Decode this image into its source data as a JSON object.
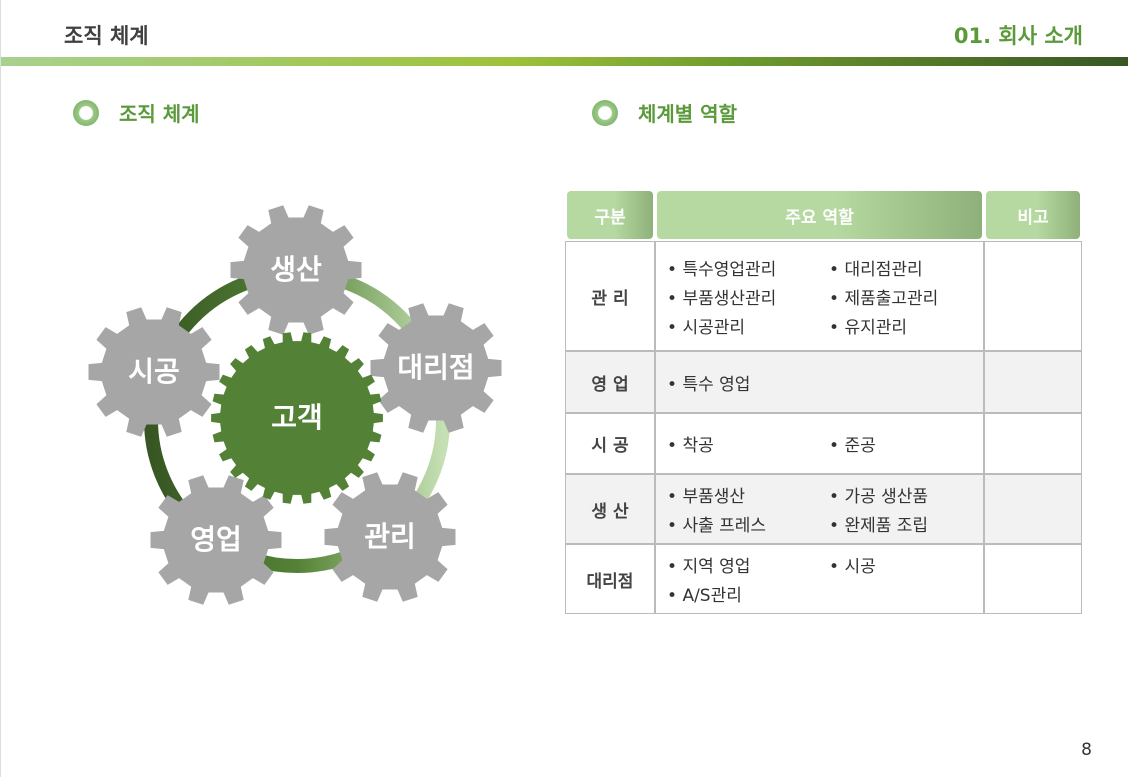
{
  "header": {
    "title": "조직 체계",
    "section": "01. 회사 소개"
  },
  "left": {
    "heading": "조직 체계",
    "center": "고객",
    "gears": [
      "생산",
      "대리점",
      "관리",
      "영업",
      "시공"
    ]
  },
  "right": {
    "heading": "체계별 역할",
    "columns": [
      "구분",
      "주요 역할",
      "비고"
    ],
    "rows": [
      {
        "category": "관 리",
        "items": [
          "특수영업관리",
          "대리점관리",
          "부품생산관리",
          "제품출고관리",
          "시공관리",
          "유지관리"
        ],
        "note": ""
      },
      {
        "category": "영 업",
        "items": [
          "특수 영업"
        ],
        "note": ""
      },
      {
        "category": "시 공",
        "items": [
          "착공",
          "준공"
        ],
        "note": ""
      },
      {
        "category": "생 산",
        "items": [
          "부품생산",
          "가공 생산품",
          "사출 프레스",
          "완제품 조립"
        ],
        "note": ""
      },
      {
        "category": "대리점",
        "items": [
          "지역 영업",
          "시공",
          "A/S관리"
        ],
        "note": ""
      }
    ]
  },
  "page_number": "8",
  "colors": {
    "accent": "#5b9a3a",
    "center_gear": "#538135",
    "gear": "#a6a6a6"
  }
}
